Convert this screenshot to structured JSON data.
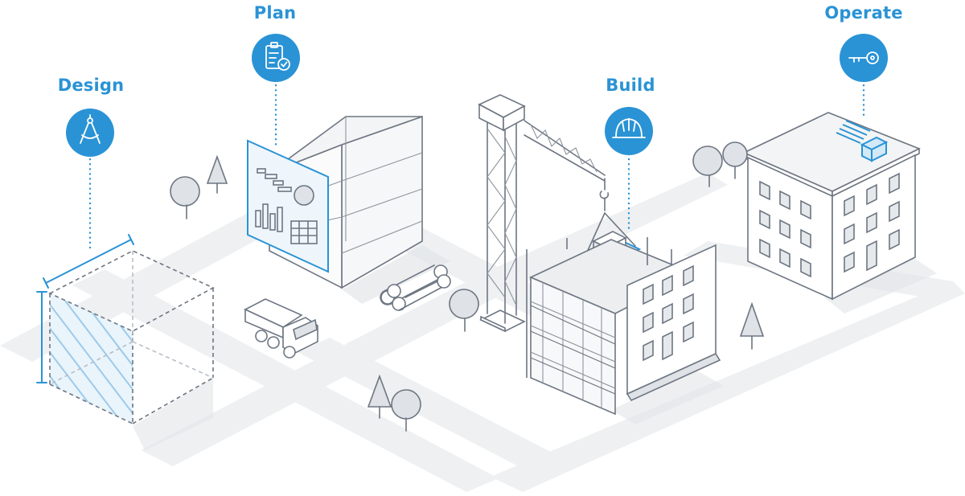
{
  "stages": {
    "design": {
      "label": "Design",
      "icon": "compass-icon"
    },
    "plan": {
      "label": "Plan",
      "icon": "clipboard-check-icon"
    },
    "build": {
      "label": "Build",
      "icon": "hard-hat-icon"
    },
    "operate": {
      "label": "Operate",
      "icon": "key-icon"
    }
  },
  "colors": {
    "accent": "#2a93d5",
    "line": "#6d7682",
    "road": "#eef0f2",
    "fill": "#dfe2e6"
  }
}
